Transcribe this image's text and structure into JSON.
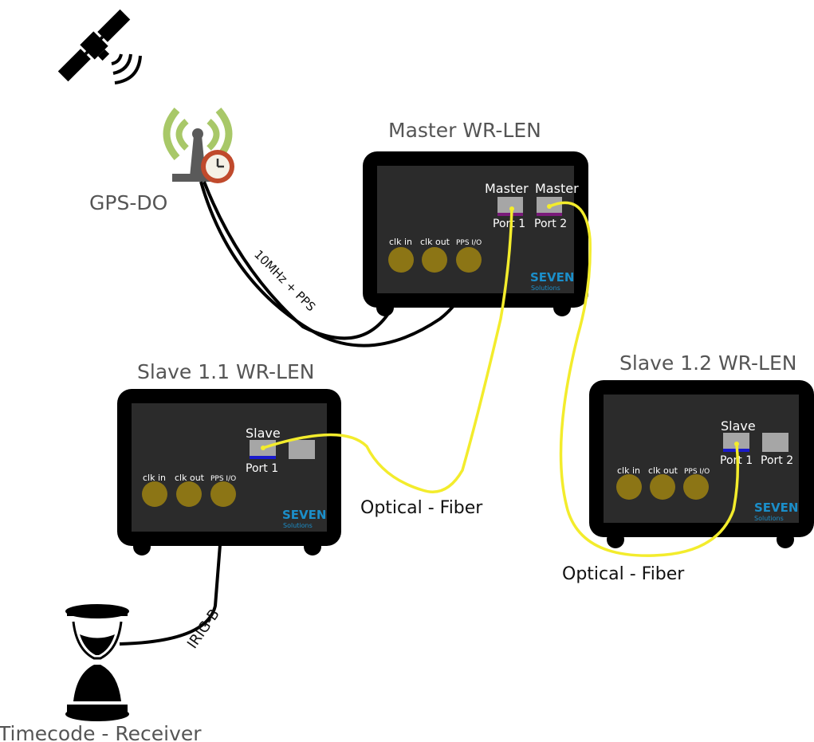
{
  "colors": {
    "device_body": "#000000",
    "device_panel": "#2b2b2b",
    "connector": "#8c7515",
    "port": "#a6a6a6",
    "fiber": "#f3ec2c",
    "master_port_stripe": "#7a1b7a",
    "slave_port_stripe": "#1a1acc",
    "brand": "#1b8ec9",
    "heading": "#555555"
  },
  "devices": {
    "master": {
      "title": "Master WR-LEN",
      "port1_role": "Master",
      "port1_label": "Port 1",
      "port2_role": "Master",
      "port2_label": "Port 2",
      "clk_in": "clk in",
      "clk_out": "clk out",
      "pps_io": "PPS I/O",
      "brand": "SEVEN",
      "brand_sub": "Solutions"
    },
    "slave11": {
      "title": "Slave 1.1 WR-LEN",
      "port1_role": "Slave",
      "port1_label": "Port 1",
      "clk_in": "clk in",
      "clk_out": "clk out",
      "pps_io": "PPS I/O",
      "brand": "SEVEN",
      "brand_sub": "Solutions"
    },
    "slave12": {
      "title": "Slave 1.2 WR-LEN",
      "port1_role": "Slave",
      "port1_label": "Port 1",
      "port2_label": "Port 2",
      "clk_in": "clk in",
      "clk_out": "clk out",
      "pps_io": "PPS I/O",
      "brand": "SEVEN",
      "brand_sub": "Solutions"
    }
  },
  "external": {
    "gps_do": "GPS-DO",
    "timecode_receiver": "Timecode - Receiver"
  },
  "cables": {
    "gps_link": "10MHz + PPS",
    "irig": "IRIG-B",
    "fiber_1": "Optical - Fiber",
    "fiber_2": "Optical - Fiber"
  },
  "icons": {
    "satellite": "satellite-icon",
    "gps_antenna": "gps-antenna-clock-icon",
    "hourglass": "hourglass-icon"
  }
}
